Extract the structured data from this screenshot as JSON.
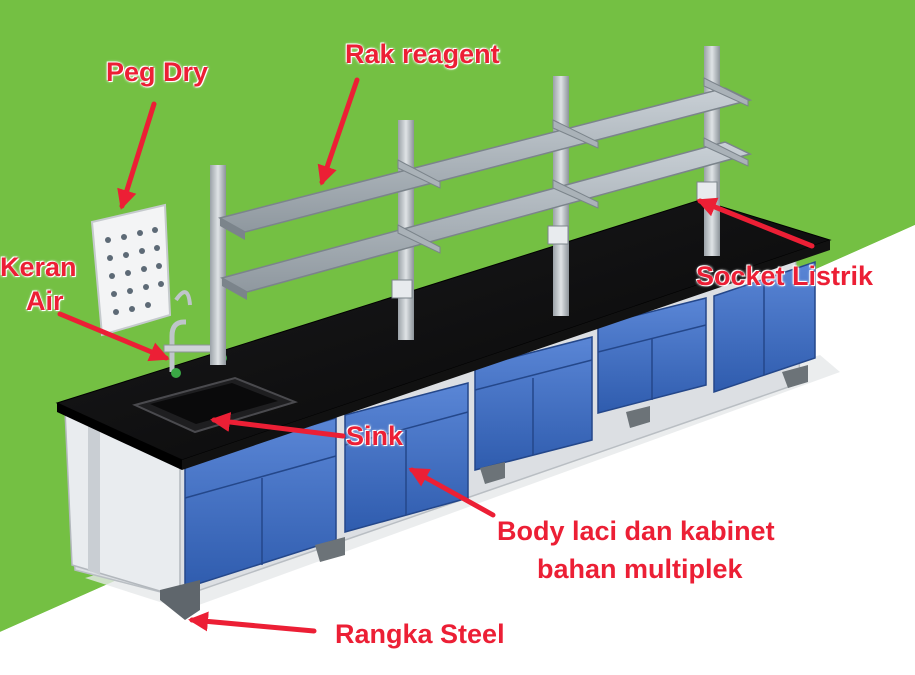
{
  "labels": {
    "peg_dry": "Peg Dry",
    "rak_reagent": "Rak reagent",
    "keran_air_line1": "Keran",
    "keran_air_line2": "Air",
    "socket_listrik": "Socket Listrik",
    "sink": "Sink",
    "body_line1": "Body laci dan kabinet",
    "body_line2": "bahan multiplek",
    "rangka_steel": "Rangka Steel"
  },
  "colors": {
    "background_green": "#74c043",
    "background_white": "#ffffff",
    "countertop": "#0b0b0b",
    "cabinet_blue": "#3f6fc4",
    "frame_gray": "#dcdfe3",
    "label_red": "#ec1f35"
  }
}
